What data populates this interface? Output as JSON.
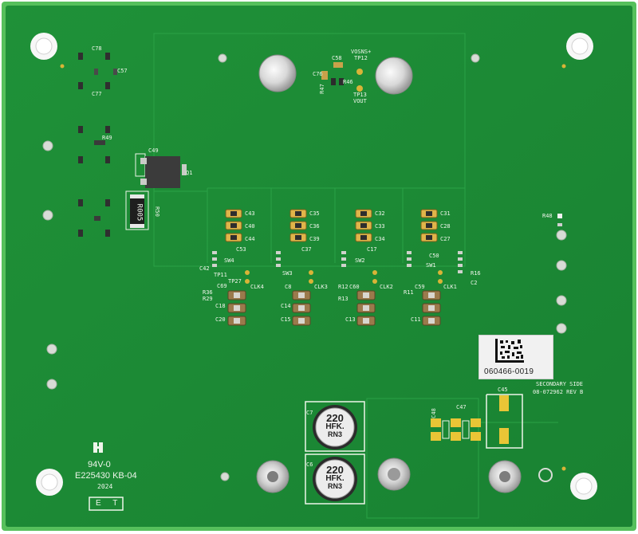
{
  "board": {
    "colors": {
      "pcb": "#1c8a36",
      "pcb_dark": "#15702b",
      "edge": "#58c25f",
      "silk": "#f2f7ee",
      "gold": "#d9b437",
      "tin": "#c9ccc7"
    },
    "sticker": {
      "serial": "060466-0019"
    },
    "side_label": "SECONDARY SIDE",
    "rev_label": "08-072962  REV B",
    "ul_mark": "94V-0",
    "ul_code": "E225430 KB-04",
    "year": "2024",
    "et_box": "E T",
    "resistor_text": "R005",
    "cap_text": {
      "value": "220",
      "series": "HFK.",
      "code": "RN3"
    },
    "test_points": {
      "vosns": "VOSNS+",
      "tp12": "TP12",
      "tp13": "TP13",
      "vout": "VOUT"
    },
    "refs": {
      "c78": "C78",
      "c57": "C57",
      "c77": "C77",
      "r49": "R49",
      "c49": "C49",
      "q1": "Q1",
      "r50": "R50",
      "c58": "C58",
      "c76": "C76",
      "r46": "R46",
      "r47": "R47",
      "c43": "C43",
      "c40": "C40",
      "c44": "C44",
      "c35": "C35",
      "c36": "C36",
      "c39": "C39",
      "c32": "C32",
      "c33": "C33",
      "c34": "C34",
      "c31": "C31",
      "c28": "C28",
      "c27": "C27",
      "r48": "R48",
      "tp11": "TP11",
      "tp27": "TP27",
      "clk4": "CLK4",
      "clk3": "CLK3",
      "clk2": "CLK2",
      "clk1": "CLK1",
      "c69": "C69",
      "c18": "C18",
      "c20": "C20",
      "c8": "C8",
      "c14": "C14",
      "c15": "C15",
      "c60": "C60",
      "c13": "C13",
      "c59": "C59",
      "c11": "C11",
      "c7": "C7",
      "c6": "C6",
      "c47": "C47",
      "c48": "C48",
      "c45": "C45",
      "sw4": "SW4",
      "sw3": "SW3",
      "sw2": "SW2",
      "sw1": "SW1",
      "r36": "R36",
      "r29": "R29",
      "r12": "R12",
      "r11": "R11",
      "r13": "R13",
      "r16": "R16",
      "c53": "C53",
      "c37": "C37",
      "c17": "C17",
      "c50": "C50",
      "c42": "C42",
      "c2": "C2"
    }
  }
}
